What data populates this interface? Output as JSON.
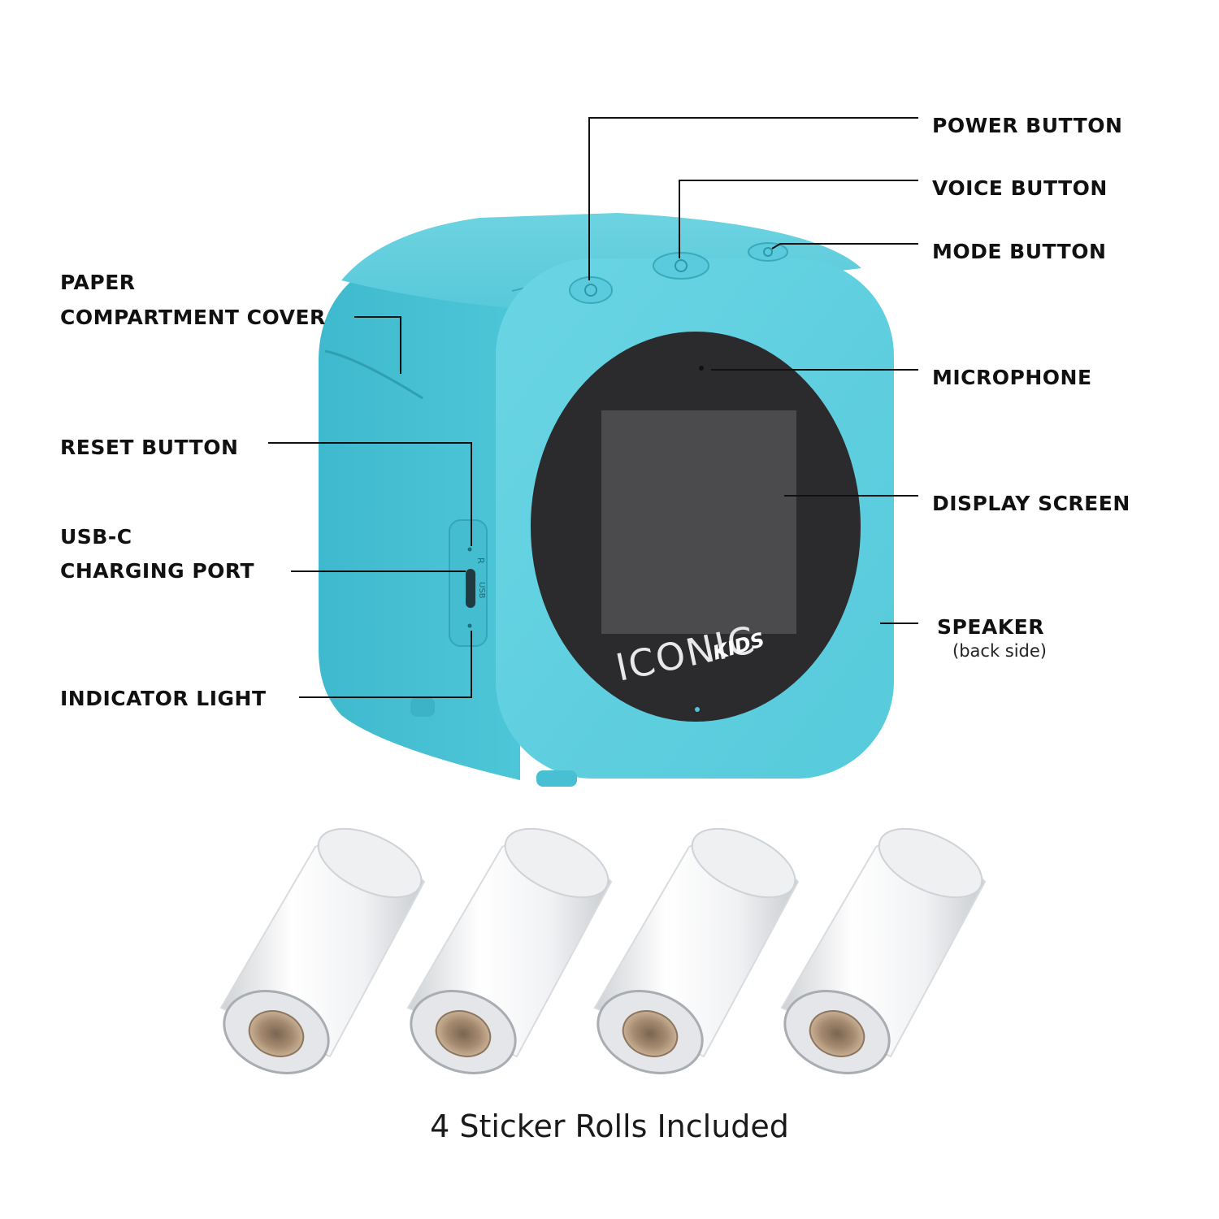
{
  "labels": {
    "power_button": "POWER BUTTON",
    "voice_button": "VOICE BUTTON",
    "mode_button": "MODE BUTTON",
    "paper_line1": "PAPER",
    "paper_line2": "COMPARTMENT COVER",
    "microphone": "MICROPHONE",
    "reset_button": "RESET BUTTON",
    "display_screen": "DISPLAY SCREEN",
    "usbc_line1": "USB-C",
    "usbc_line2": "CHARGING PORT",
    "speaker": "SPEAKER",
    "speaker_note": "(back side)",
    "indicator_light": "INDICATOR LIGHT"
  },
  "device": {
    "logo_main": "ICONIC",
    "logo_sub": "KIDS",
    "side_label_reset": "R",
    "side_label_usb": "USB",
    "body_color": "#4fc6d8",
    "face_color": "#5ccfdf",
    "screen_color": "#2b2b2d"
  },
  "rolls": {
    "count": 4
  },
  "caption": "4 Sticker Rolls Included"
}
